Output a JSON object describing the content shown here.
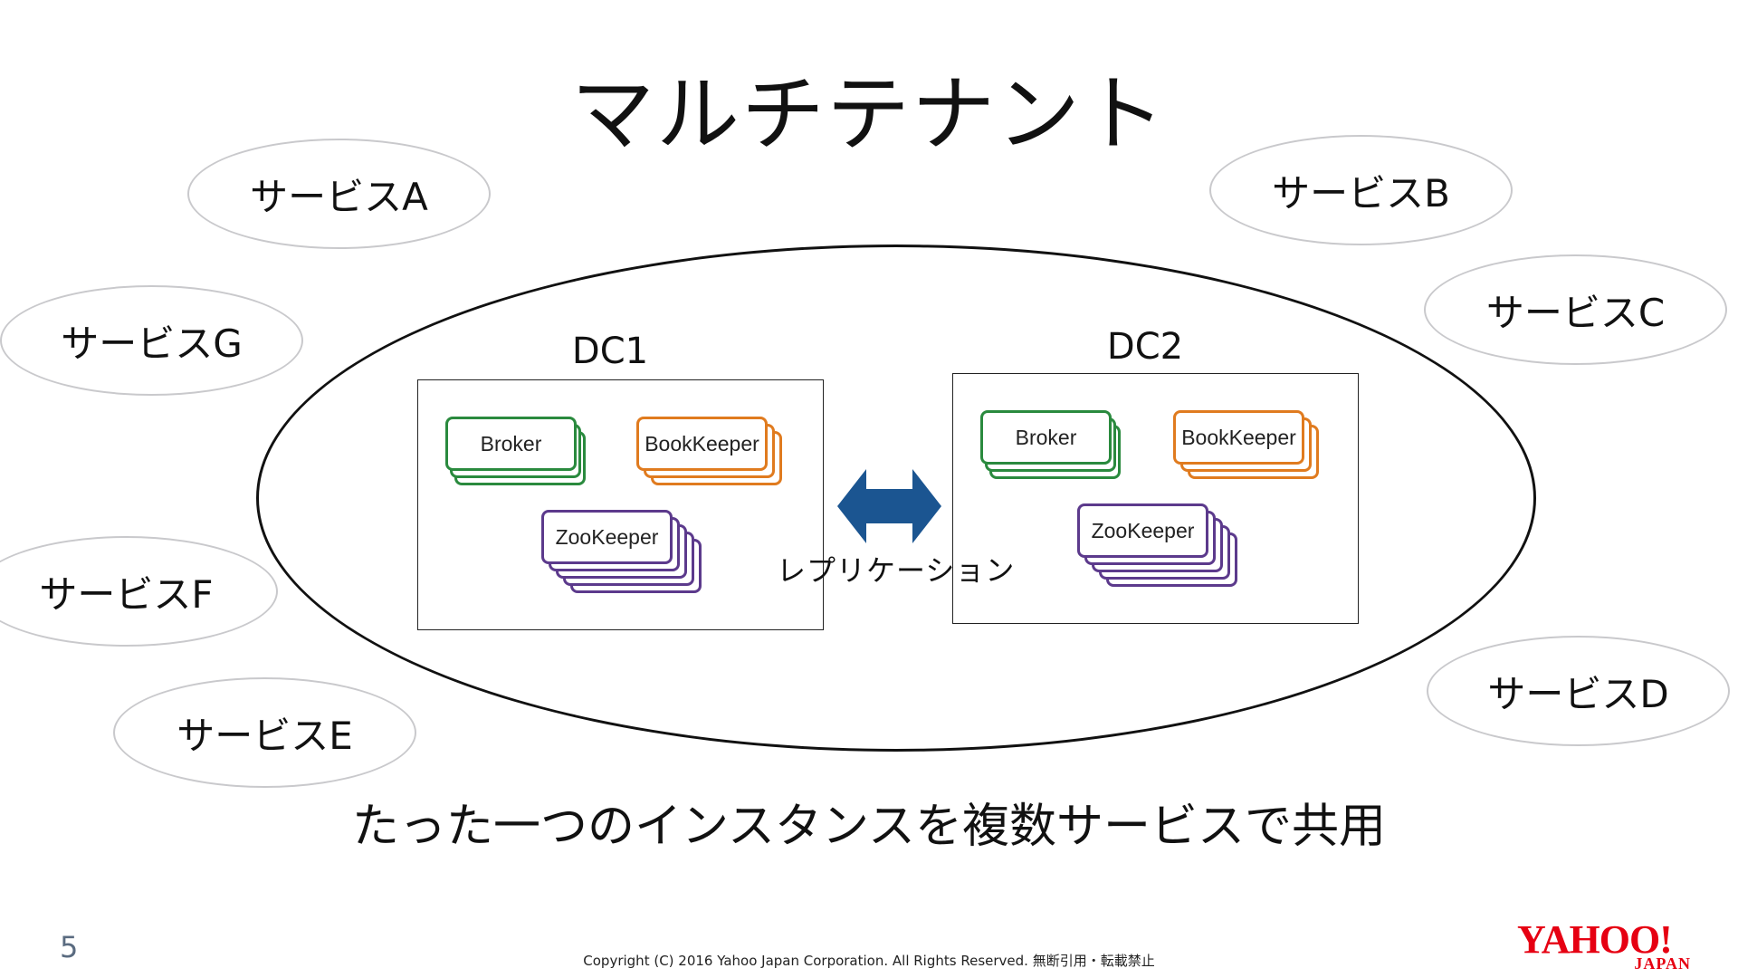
{
  "title": "マルチテナント",
  "services": [
    {
      "label": "サービスA"
    },
    {
      "label": "サービスB"
    },
    {
      "label": "サービスC"
    },
    {
      "label": "サービスD"
    },
    {
      "label": "サービスE"
    },
    {
      "label": "サービスF"
    },
    {
      "label": "サービスG"
    }
  ],
  "dc1": {
    "label": "DC1",
    "broker": "Broker",
    "bookkeeper": "BookKeeper",
    "zookeeper": "ZooKeeper"
  },
  "dc2": {
    "label": "DC2",
    "broker": "Broker",
    "bookkeeper": "BookKeeper",
    "zookeeper": "ZooKeeper"
  },
  "replication": {
    "label": "レプリケーション",
    "icon": "double-arrow-icon",
    "color": "#1b5591"
  },
  "colors": {
    "broker": "#2a8a3e",
    "bookkeeper": "#e07b1f",
    "zookeeper": "#5c3a8c",
    "logo": "#e60012"
  },
  "subtitle": "たった一つのインスタンスを複数サービスで共用",
  "page_number": "5",
  "copyright": "Copyright (C) 2016 Yahoo Japan Corporation. All Rights Reserved. 無断引用・転載禁止",
  "logo": {
    "main": "YAHOO!",
    "sub": "JAPAN"
  }
}
